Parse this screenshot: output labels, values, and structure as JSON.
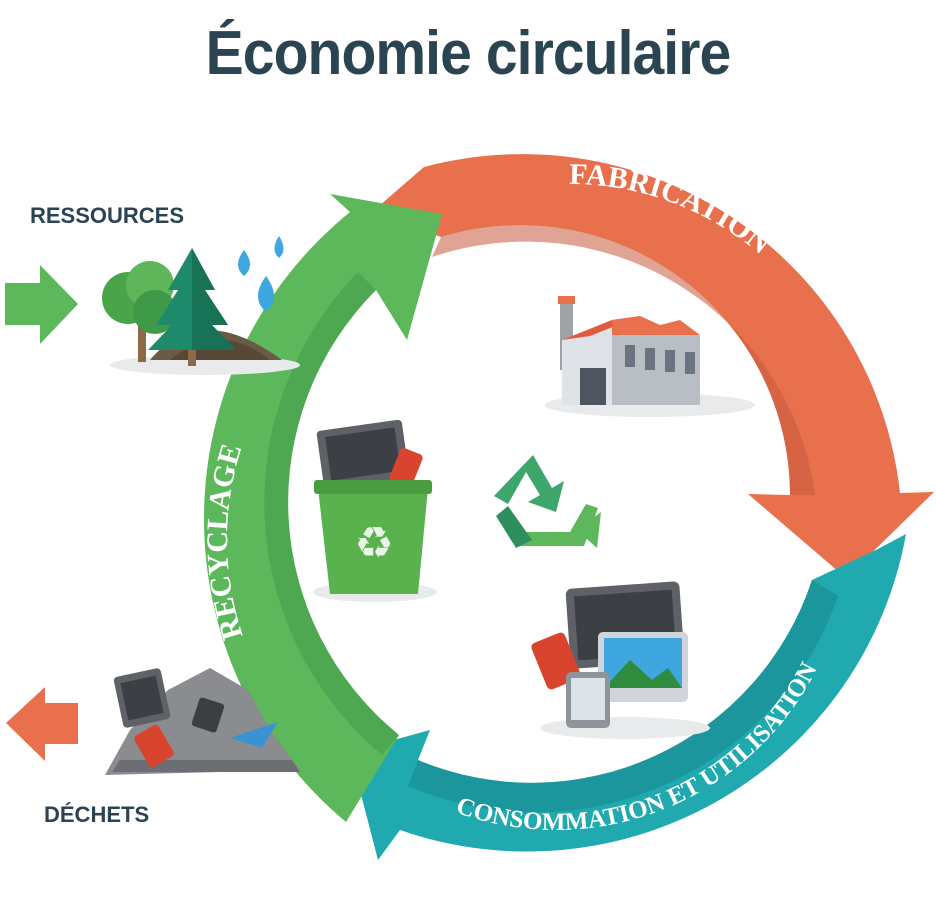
{
  "title": "Économie circulaire",
  "inputs": {
    "label": "RESSOURCES"
  },
  "outputs": {
    "label": "DÉCHETS"
  },
  "stages": [
    {
      "label": "FABRICATION",
      "color": "#e8704d",
      "icon": "factory-icon"
    },
    {
      "label": "CONSOMMATION ET UTILISATION",
      "color": "#20aab0",
      "icon": "devices-icon"
    },
    {
      "label": "RECYCLAGE",
      "color": "#5cb85a",
      "icon": "recycling-bin-icon"
    }
  ],
  "colors": {
    "title": "#2b4452",
    "input_arrow": "#5cb85a",
    "output_arrow": "#e8704d",
    "recycle_symbol": "#3ea66a"
  },
  "icons": {
    "resources": "trees-water-icon",
    "waste": "waste-pile-icon",
    "center": "recycle-symbol-icon"
  }
}
